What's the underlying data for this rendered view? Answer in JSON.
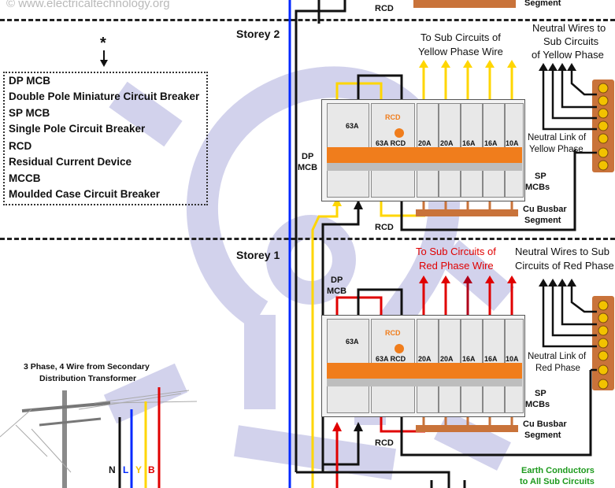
{
  "watermark": "© www.electricaltechnology.org",
  "storeys": {
    "storey2": "Storey 2",
    "storey1": "Storey 1"
  },
  "asterisk": "*",
  "legend": [
    {
      "abbr": "DP MCB",
      "full": "Double Pole Miniature Circuit Breaker"
    },
    {
      "abbr": "SP MCB",
      "full": "Single Pole Circuit Breaker"
    },
    {
      "abbr": "RCD",
      "full": "Residual Current Device"
    },
    {
      "abbr": "MCCB",
      "full": "Moulded Case Circuit Breaker"
    }
  ],
  "top_partial": {
    "rcd": "RCD",
    "segment": "Segment"
  },
  "yellow_section": {
    "sub_circuits_line1": "To Sub Circuits of",
    "sub_circuits_line2": "Yellow Phase Wire",
    "neutral_wires_line1": "Neutral Wires to",
    "neutral_wires_line2": "Sub Circuits",
    "neutral_wires_line3": "of Yellow Phase",
    "neutral_link_line1": "Neutral Link of",
    "neutral_link_line2": "Yellow Phase",
    "dp_line1": "DP",
    "dp_line2": "MCB",
    "sp_line1": "SP",
    "sp_line2": "MCBs",
    "cu_line1": "Cu Busbar",
    "cu_line2": "Segment",
    "rcd": "RCD",
    "ratings": [
      "63A",
      "63A RCD",
      "20A",
      "20A",
      "16A",
      "16A",
      "10A"
    ],
    "rcd_top_label": "RCD"
  },
  "red_section": {
    "sub_circuits_line1": "To Sub Circuits of",
    "sub_circuits_line2": "Red Phase Wire",
    "neutral_wires_line1": "Neutral Wires to Sub",
    "neutral_wires_line2": "Circuits of Red Phase",
    "neutral_link_line1": "Neutral Link of",
    "neutral_link_line2": "Red Phase",
    "dp_line1": "DP",
    "dp_line2": "MCB",
    "sp_line1": "SP",
    "sp_line2": "MCBs",
    "cu_line1": "Cu Busbar",
    "cu_line2": "Segment",
    "rcd": "RCD",
    "ratings": [
      "63A",
      "63A RCD",
      "20A",
      "20A",
      "16A",
      "16A",
      "10A"
    ],
    "rcd_top_label": "RCD"
  },
  "supply": {
    "title_line1": "3 Phase, 4 Wire from Secondary",
    "title_line2": "Distribution Transformer",
    "wires": [
      "N",
      "L",
      "Y",
      "B"
    ],
    "separator": "|"
  },
  "earth": {
    "line1": "Earth Conductors",
    "line2": "to All Sub Circuits"
  },
  "colors": {
    "yellow_phase": "#ffd600",
    "red_phase": "#e00000",
    "blue_phase": "#0028ff",
    "neutral": "#111111",
    "busbar": "#c9733a",
    "orange_text": "#f28a00",
    "earth_text": "#1d9a1d",
    "watermark_bulb": "#b8b8e0"
  }
}
